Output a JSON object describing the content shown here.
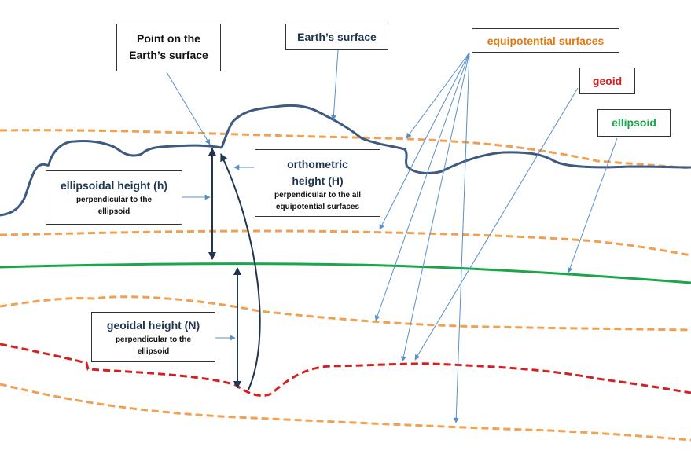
{
  "labels": {
    "point": "Point on the Earth’s surface",
    "surface": "Earth’s surface",
    "equipotential": "equipotential surfaces",
    "geoid": "geoid",
    "ellipsoid": "ellipsoid",
    "ellipsoidal_height": {
      "title": "ellipsoidal height (h)",
      "note": "perpendicular to the ellipsoid"
    },
    "orthometric_height": {
      "title": "orthometric height (H)",
      "note": "perpendicular to the all equipotential surfaces"
    },
    "geoidal_height": {
      "title": "geoidal height (N)",
      "note": "perpendicular to the ellipsoid"
    }
  },
  "colors": {
    "earth_surface": "#3d5a80",
    "equipotential": "#f0a050",
    "geoid": "#d42020",
    "ellipsoid": "#1aa64a",
    "height_arrows": "#1f3550",
    "leader_lines": "#5b8fc9",
    "label_text": "#1f3550"
  }
}
